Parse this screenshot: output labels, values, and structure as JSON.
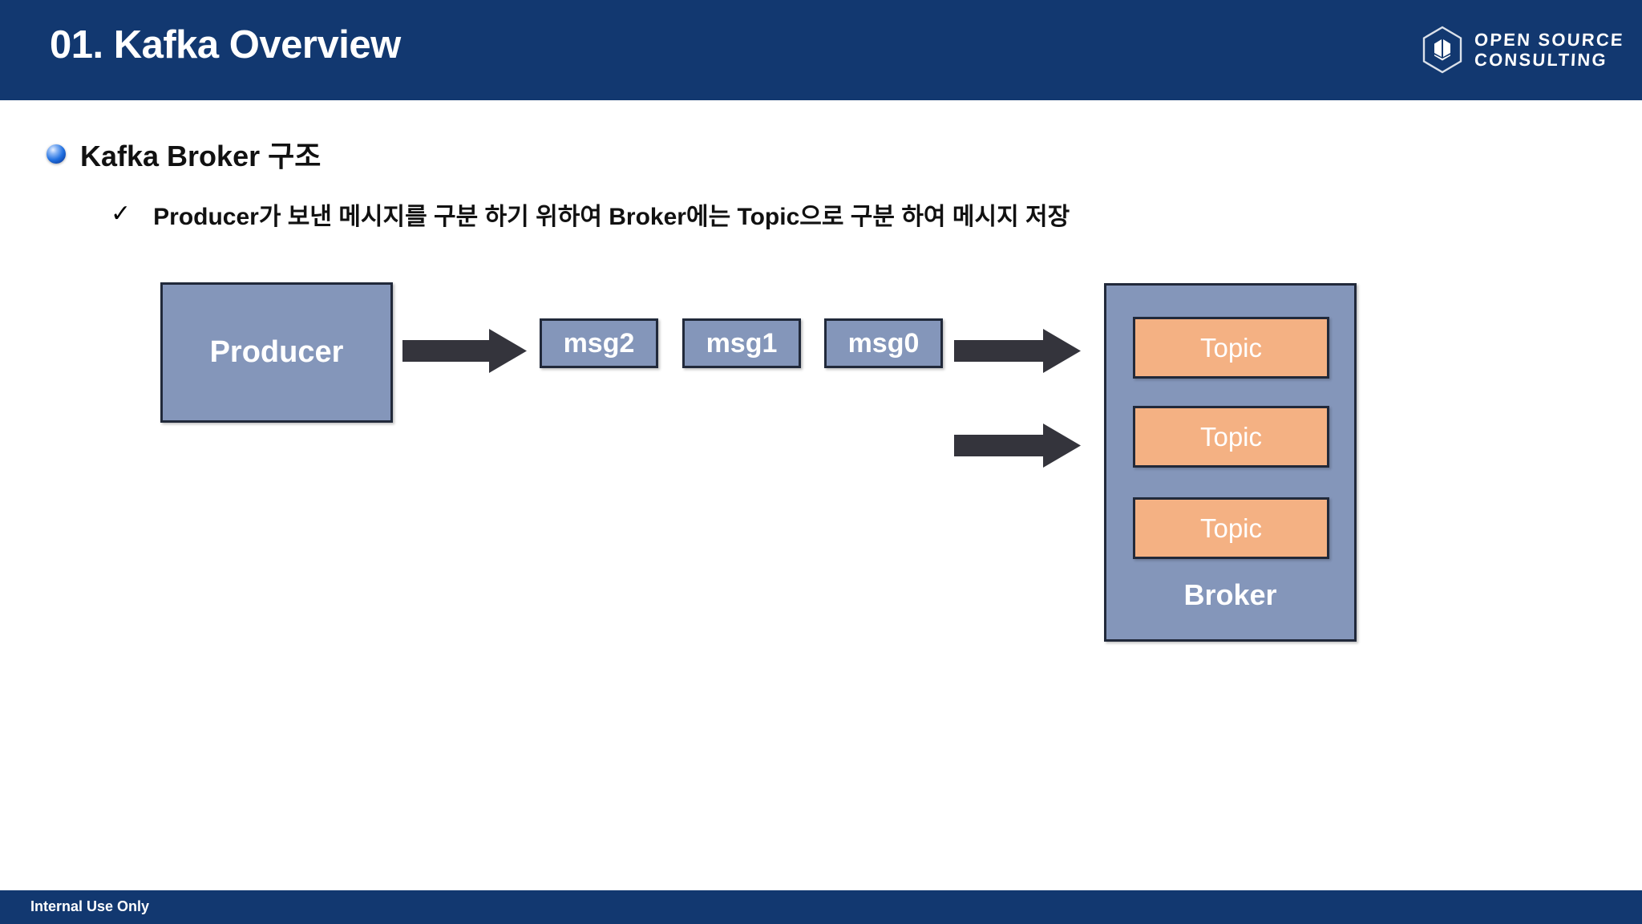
{
  "header": {
    "title": "01. Kafka Overview",
    "bar_color": "#123870",
    "logo": {
      "name": "open-source-consulting-logo",
      "line1": "OPEN SOURCE",
      "line2": "CONSULTING"
    }
  },
  "content": {
    "bullet": {
      "icon": "blue-sphere-bullet",
      "text": "Kafka Broker 구조"
    },
    "sub_bullet": {
      "icon": "check-mark",
      "marker": "✓",
      "text": "Producer가 보낸 메시지를 구분 하기 위하여 Broker에는 Topic으로 구분 하여 메시지 저장"
    }
  },
  "diagram": {
    "producer": {
      "label": "Producer",
      "fill": "#8496ba",
      "border": "#21293a"
    },
    "messages": [
      {
        "label": "msg2"
      },
      {
        "label": "msg1"
      },
      {
        "label": "msg0"
      }
    ],
    "broker": {
      "label": "Broker",
      "fill": "#8496ba",
      "border": "#21293a",
      "topics": [
        {
          "label": "Topic",
          "fill": "#f4b183"
        },
        {
          "label": "Topic",
          "fill": "#f4b183"
        },
        {
          "label": "Topic",
          "fill": "#f4b183"
        }
      ]
    },
    "arrows": [
      {
        "name": "arrow-producer-to-messages"
      },
      {
        "name": "arrow-messages-to-broker-top"
      },
      {
        "name": "arrow-messages-to-broker-bottom"
      }
    ],
    "arrow_color": "#34343c"
  },
  "footer": {
    "text": "Internal Use Only",
    "bar_color": "#123870"
  }
}
